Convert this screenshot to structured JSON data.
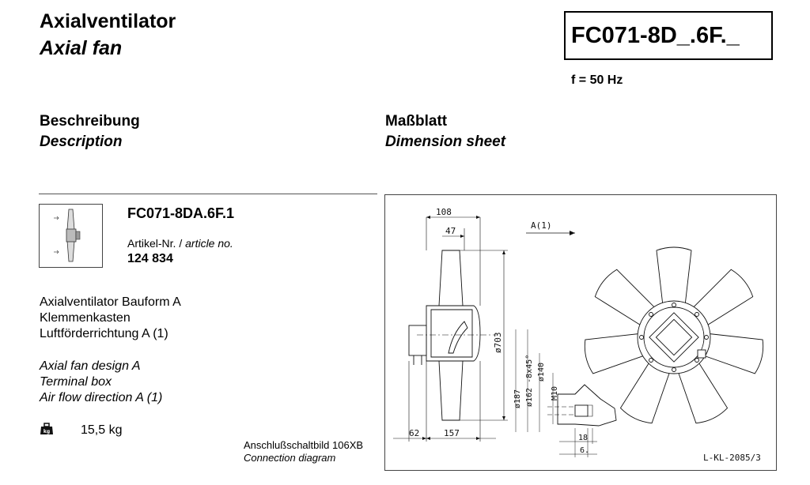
{
  "header": {
    "title_de": "Axialventilator",
    "title_en": "Axial fan",
    "model_code": "FC071-8D_.6F._",
    "frequency": "f = 50 Hz"
  },
  "sections": {
    "description_de": "Beschreibung",
    "description_en": "Description",
    "dimension_de": "Maßblatt",
    "dimension_en": "Dimension sheet"
  },
  "product": {
    "name": "FC071-8DA.6F.1",
    "article_label_de": "Artikel-Nr. /",
    "article_label_en": "article no.",
    "article_no": "124 834",
    "features_de": [
      "Axialventilator Bauform A",
      "Klemmenkasten",
      "Luftförderrichtung A (1)"
    ],
    "features_en": [
      "Axial fan design A",
      "Terminal box",
      "Air flow direction A (1)"
    ],
    "weight_icon": "weight-kg-icon",
    "weight": "15,5 kg",
    "connection_de": "Anschlußschaltbild 106XB",
    "connection_en": "Connection diagram"
  },
  "drawing": {
    "dims": {
      "d108": "108",
      "d47": "47",
      "d62": "62",
      "d157": "157",
      "d703": "ø703",
      "d187": "ø187",
      "d162": "ø162 -8x45°",
      "d140": "ø140",
      "m10": "M10",
      "d18": "18",
      "d6": "6.",
      "arrow_label": "A(1)"
    },
    "drawing_id": "L-KL-2085/3",
    "blade_count": 7
  }
}
